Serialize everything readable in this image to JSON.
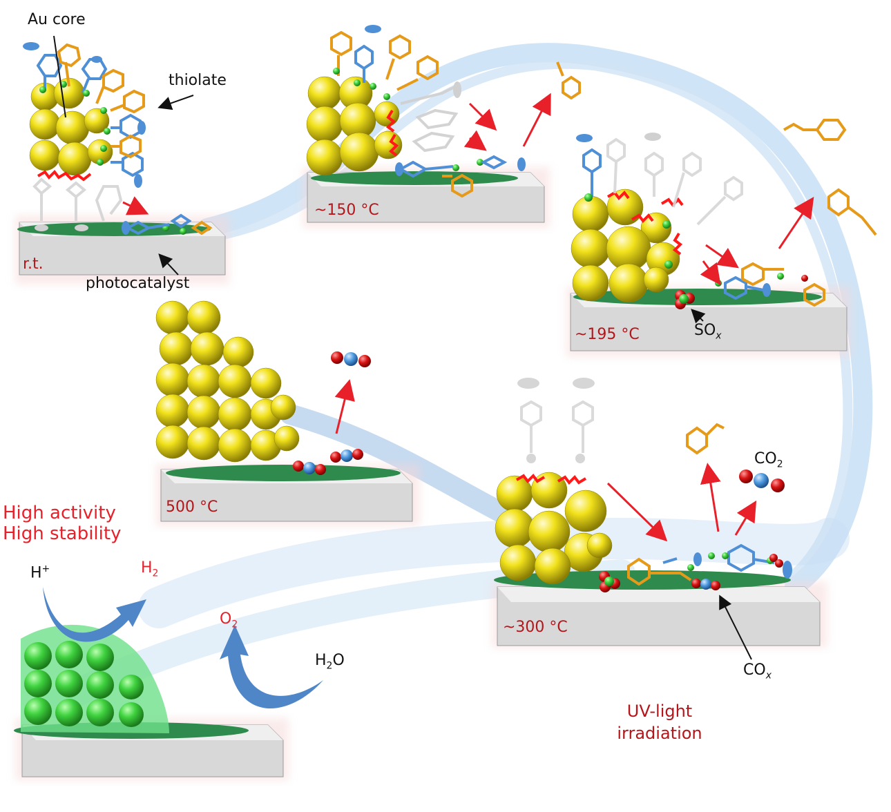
{
  "labels": {
    "au_core": "Au core",
    "thiolate": "thiolate",
    "photocatalyst": "photocatalyst",
    "temp_rt": "r.t.",
    "temp_150": "~150 °C",
    "temp_195": "~195 °C",
    "temp_300": "~300 °C",
    "temp_500": "500 °C",
    "high_activity": "High activity",
    "high_stability": "High stability",
    "uv_line1": "UV-light",
    "uv_line2": "irradiation"
  },
  "species": {
    "sox_base": "SO",
    "sox_sub": "x",
    "cox_base": "CO",
    "cox_sub": "x",
    "co2_base": "CO",
    "co2_sub": "2",
    "h_plus_base": "H",
    "h_plus_sup": "+",
    "h2_base": "H",
    "h2_sub": "2",
    "o2_base": "O",
    "o2_sub": "2",
    "h2o_a": "H",
    "h2o_sub": "2",
    "h2o_b": "O"
  },
  "colors": {
    "gold": "#f2e21c",
    "support_green": "#2f8a4e",
    "slab_gray": "#c9c9c9",
    "thiolate_blue": "#4f8fd6",
    "thiolate_orange": "#e59a1a",
    "sulfur_green": "#3bbf3b",
    "arrow_red": "#e8202a",
    "ribbon_blue": "#9ec4e8"
  }
}
